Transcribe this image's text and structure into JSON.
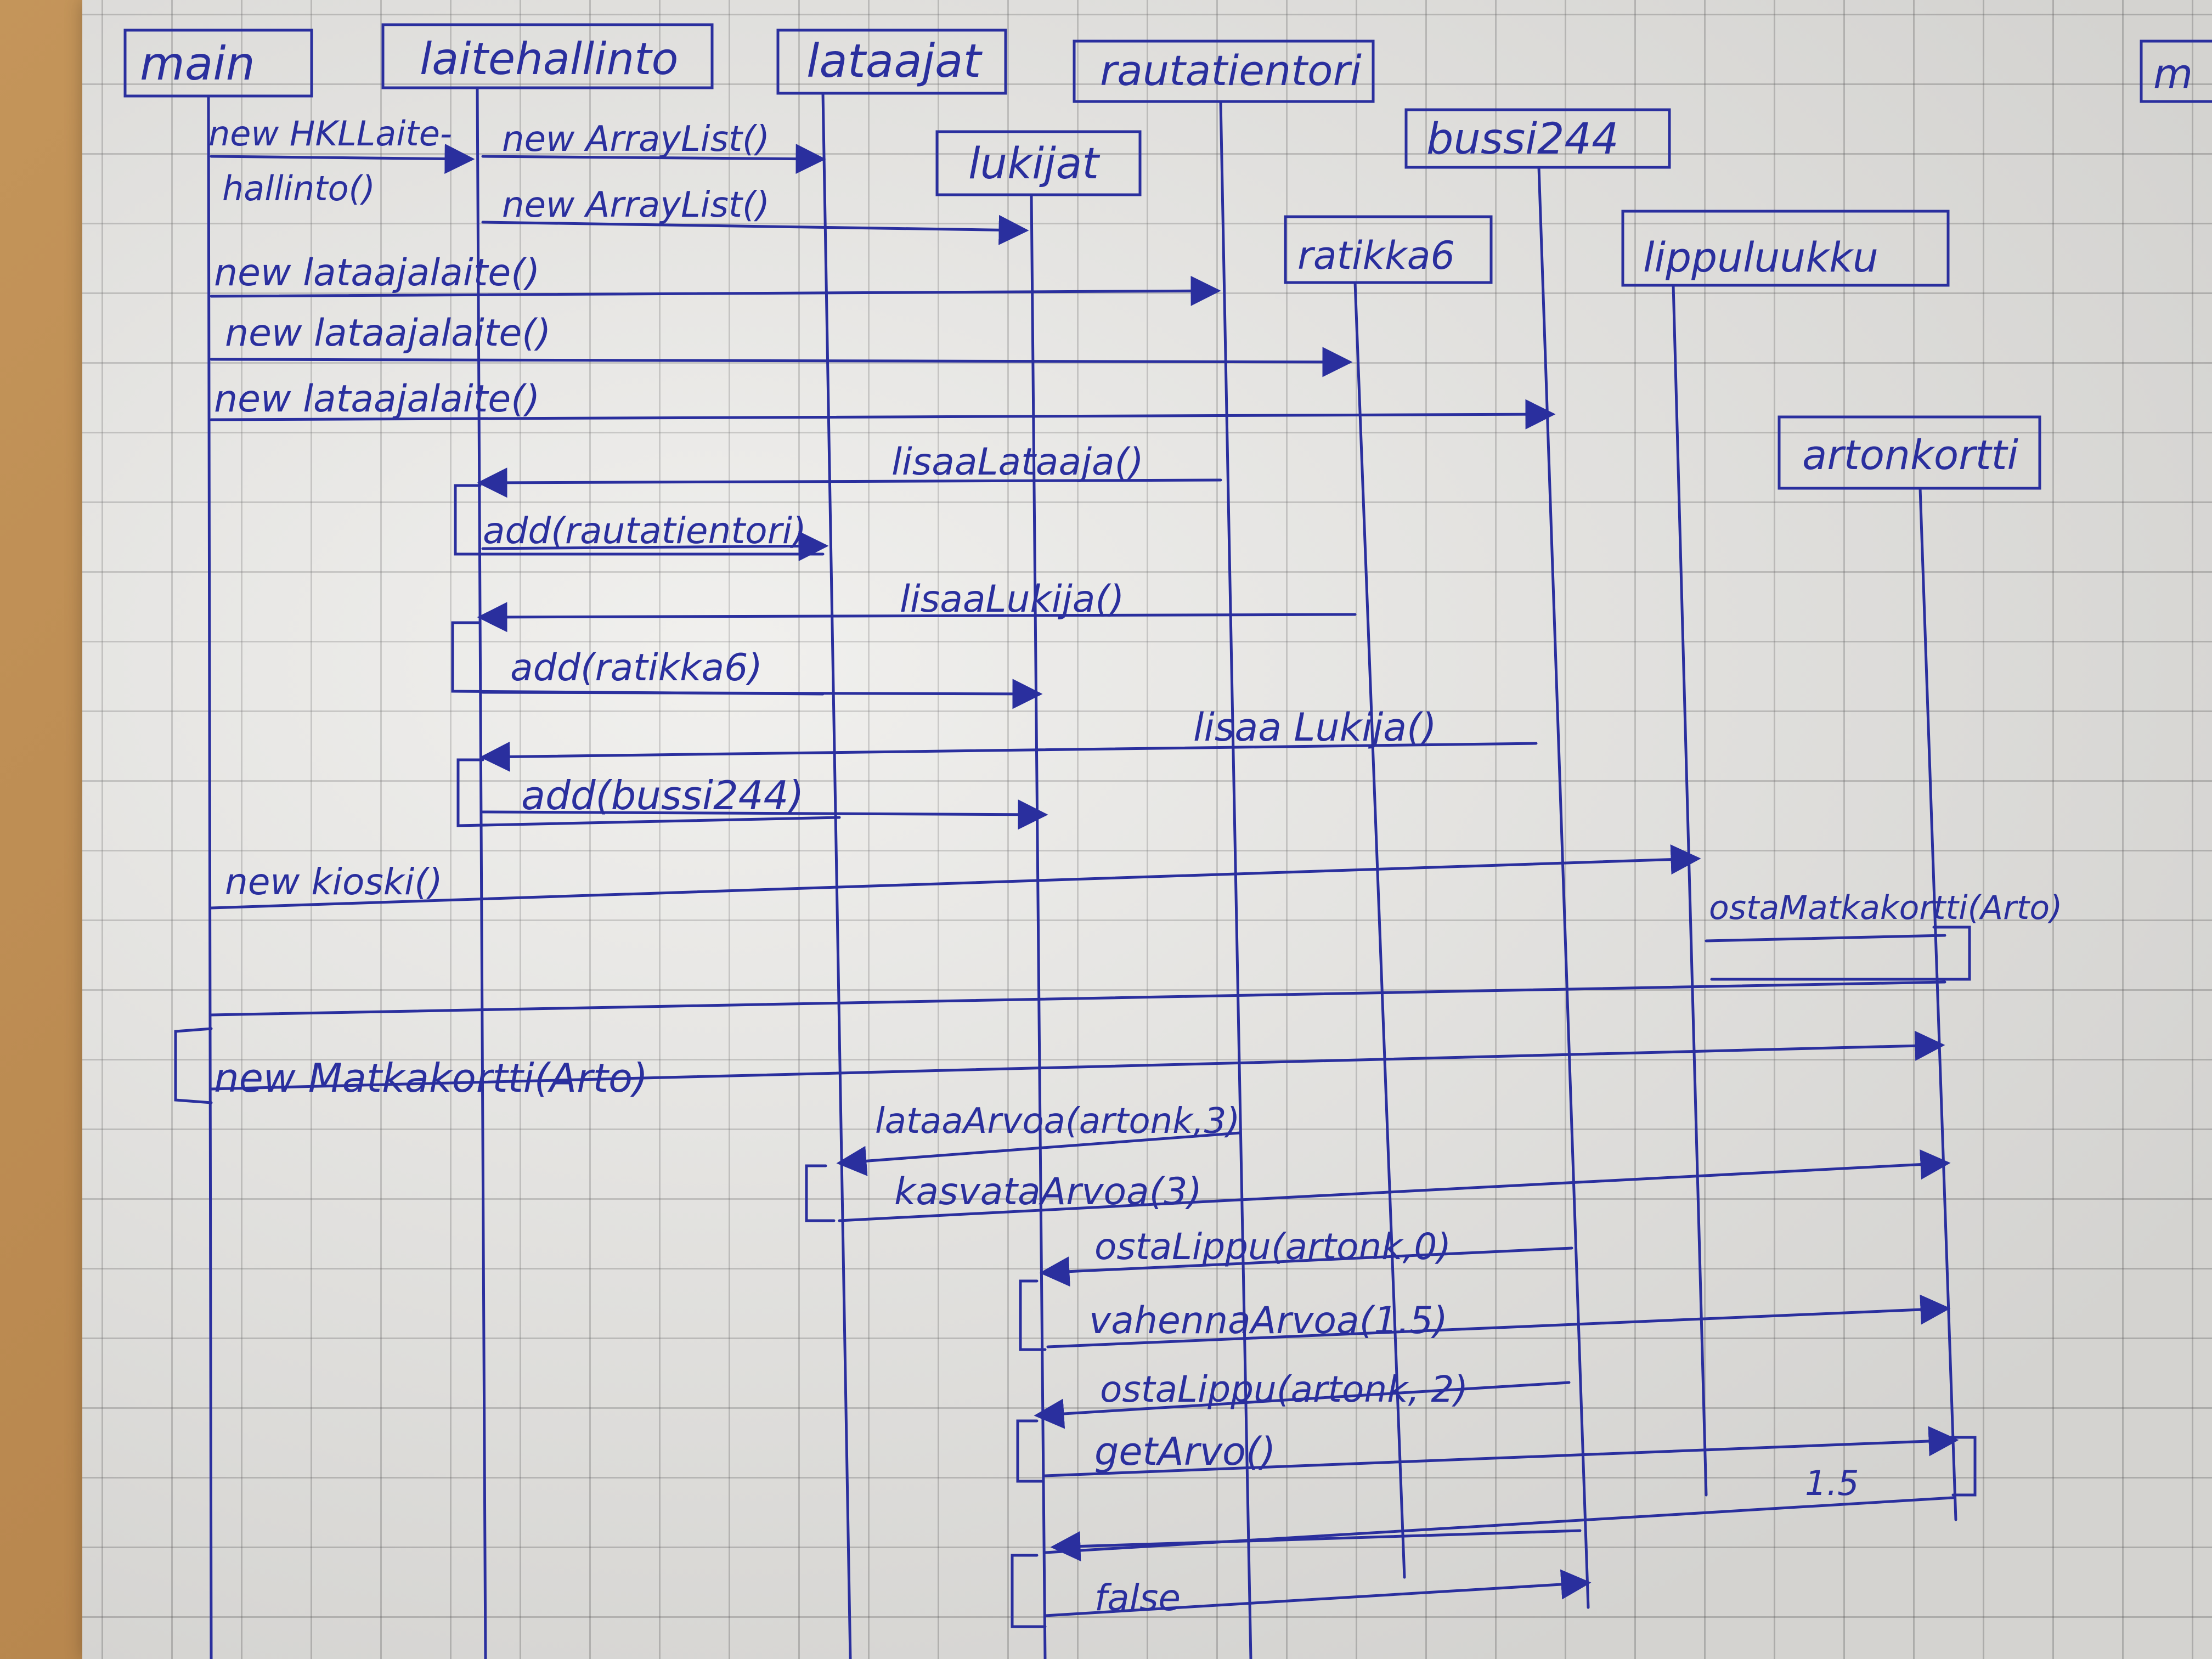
{
  "diagram": {
    "participants": {
      "main": "main",
      "laitehallinto": "laitehallinto",
      "lataajat": "lataajat",
      "rautatientori": "rautatientori",
      "lukijat": "lukijat",
      "bussi244": "bussi244",
      "ratikka6": "ratikka6",
      "lippuluukku": "lippuluukku",
      "artonkortti": "artonkortti",
      "edge_label": "m"
    },
    "messages": {
      "new_hkllaitehallinto_1": "new HKLLaite-",
      "new_hkllaitehallinto_2": "hallinto()",
      "new_arraylist_1": "new ArrayList()",
      "new_arraylist_2": "new ArrayList()",
      "new_lataajalaite_1": "new lataajalaite()",
      "new_lataajalaite_2": "new lataajalaite()",
      "new_lataajalaite_3": "new lataajalaite()",
      "lisaa_lataaja": "lisaaLataaja()",
      "add_rautatientori": "add(rautatientori)",
      "lisaa_lukija_1": "lisaaLukija()",
      "add_ratikka6": "add(ratikka6)",
      "lisaa_lukija_2": "lisaa Lukija()",
      "add_bussi244": "add(bussi244)",
      "new_kioski": "new kioski()",
      "osta_matkakortti": "ostaMatkakortti(Arto)",
      "new_matkakortti": "new Matkakortti(Arto)",
      "lataa_arvoa": "lataaArvoa(artonk,3)",
      "kasvata_arvoa": "kasvataArvoa(3)",
      "osta_lippu_1": "ostaLippu(artonk,0)",
      "vahenna_arvoa": "vahennaArvoa(1.5)",
      "osta_lippu_2": "ostaLippu(artonk, 2)",
      "get_arvo": "getArvo()",
      "return_value": "1.5",
      "return_false": "false"
    }
  }
}
